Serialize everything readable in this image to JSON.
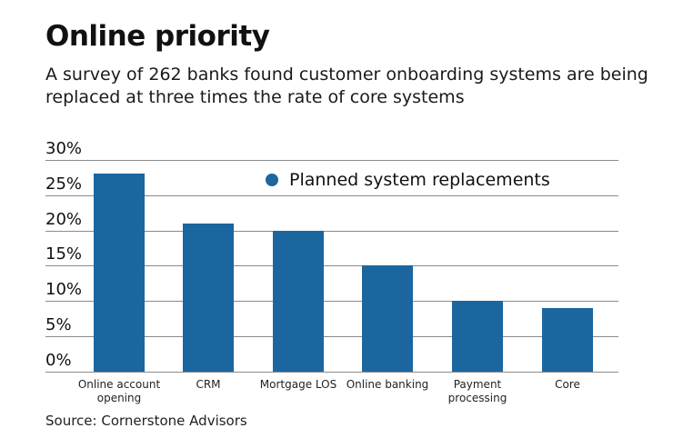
{
  "header": {
    "title": "Online priority",
    "subtitle": "A survey of 262 banks found customer onboarding systems are being replaced at three times the rate of core systems"
  },
  "legend": {
    "label": "Planned system replacements",
    "color": "#1c66a0"
  },
  "source": "Source: Cornerstone Advisors",
  "axis": {
    "yticks": [
      "0%",
      "5%",
      "10%",
      "15%",
      "20%",
      "25%",
      "30%"
    ]
  },
  "bars": [
    {
      "label_line1": "Online account",
      "label_line2": "opening",
      "value": 28
    },
    {
      "label_line1": "CRM",
      "label_line2": "",
      "value": 21
    },
    {
      "label_line1": "Mortgage LOS",
      "label_line2": "",
      "value": 20
    },
    {
      "label_line1": "Online banking",
      "label_line2": "",
      "value": 15
    },
    {
      "label_line1": "Payment",
      "label_line2": "processing",
      "value": 10
    },
    {
      "label_line1": "Core",
      "label_line2": "",
      "value": 9
    }
  ],
  "chart_data": {
    "type": "bar",
    "title": "Online priority",
    "subtitle": "A survey of 262 banks found customer onboarding systems are being replaced at three times the rate of core systems",
    "categories": [
      "Online account opening",
      "CRM",
      "Mortgage LOS",
      "Online banking",
      "Payment processing",
      "Core"
    ],
    "series": [
      {
        "name": "Planned system replacements",
        "values": [
          28,
          21,
          20,
          15,
          10,
          9
        ],
        "color": "#1c66a0"
      }
    ],
    "xlabel": "",
    "ylabel": "",
    "ylim": [
      0,
      30
    ],
    "yticks": [
      0,
      5,
      10,
      15,
      20,
      25,
      30
    ],
    "ytick_format": "percent",
    "grid": true,
    "legend_position": "top-center inside plot",
    "source": "Source: Cornerstone Advisors"
  }
}
